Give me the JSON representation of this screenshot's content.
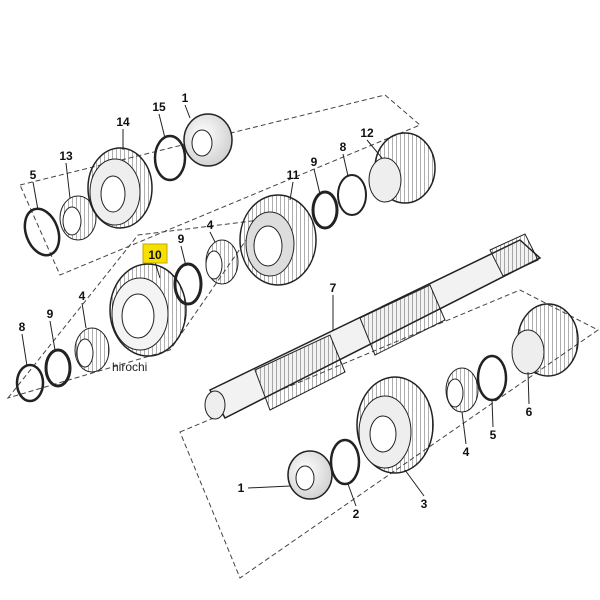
{
  "diagram": {
    "highlight_color": "#f5e000",
    "highlighted_label": "10",
    "watermark": "hirochi",
    "callouts": [
      {
        "id": "5",
        "part": "retaining-ring"
      },
      {
        "id": "13",
        "part": "needle-bearing"
      },
      {
        "id": "14",
        "part": "gear"
      },
      {
        "id": "15",
        "part": "retaining-ring"
      },
      {
        "id": "1",
        "part": "ball-bearing"
      },
      {
        "id": "12",
        "part": "gear"
      },
      {
        "id": "8",
        "part": "circlip"
      },
      {
        "id": "9",
        "part": "thrust-washer"
      },
      {
        "id": "11",
        "part": "gear"
      },
      {
        "id": "4",
        "part": "needle-bearing"
      },
      {
        "id": "9",
        "part": "thrust-washer"
      },
      {
        "id": "10",
        "part": "gear"
      },
      {
        "id": "8",
        "part": "circlip"
      },
      {
        "id": "9",
        "part": "thrust-washer"
      },
      {
        "id": "4",
        "part": "needle-bearing"
      },
      {
        "id": "7",
        "part": "output-shaft"
      },
      {
        "id": "6",
        "part": "gear"
      },
      {
        "id": "5",
        "part": "retaining-ring"
      },
      {
        "id": "4",
        "part": "needle-bearing"
      },
      {
        "id": "3",
        "part": "gear"
      },
      {
        "id": "2",
        "part": "retaining-ring"
      },
      {
        "id": "1",
        "part": "ball-bearing"
      }
    ]
  }
}
